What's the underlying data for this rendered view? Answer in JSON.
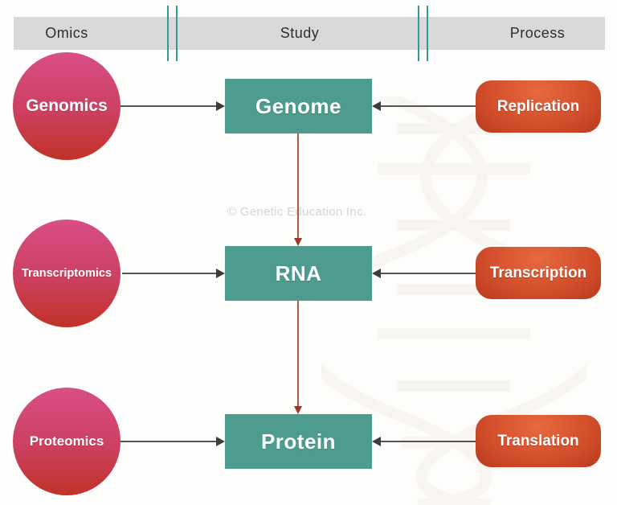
{
  "header": {
    "omics": "Omics",
    "study": "Study",
    "process": "Process"
  },
  "watermark": "© Genetic Education Inc.",
  "rows": [
    {
      "omics": "Genomics",
      "study": "Genome",
      "process": "Replication"
    },
    {
      "omics": "Transcriptomics",
      "study": "RNA",
      "process": "Transcription"
    },
    {
      "omics": "Proteomics",
      "study": "Protein",
      "process": "Translation"
    }
  ],
  "colors": {
    "header_bar": "#d9d9d9",
    "divider_teal": "#2e9e95",
    "circle_top": "#d84e87",
    "circle_bottom": "#c13227",
    "study_box": "#4d9c8f",
    "process_top": "#e6693f",
    "process_bottom": "#b93a1e",
    "arrow_gray": "#565656",
    "arrow_red": "#a03522"
  }
}
